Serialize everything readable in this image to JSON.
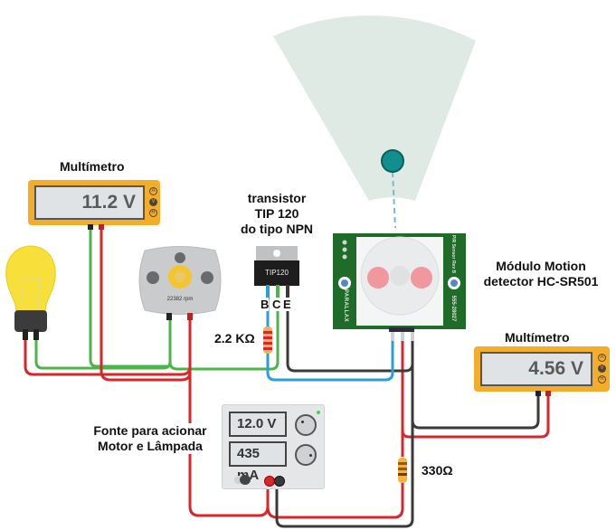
{
  "title": "Circuito sensor de movimento PIR com transistor TIP 120",
  "labels": {
    "multimeter_left": "Multímetro",
    "multimeter_right": "Multímetro",
    "transistor_line1": "transistor",
    "transistor_line2": "TIP 120",
    "transistor_line3": "do tipo NPN",
    "pir_line1": "Módulo Motion",
    "pir_line2": "detector HC-SR501",
    "resistor_base": "2.2 KΩ",
    "resistor_330": "330Ω",
    "psu_line1": "Fonte para acionar",
    "psu_line2": "Motor e Lâmpada"
  },
  "components": {
    "multimeter_left": {
      "reading": "11.2 V",
      "buttons": [
        "A",
        "V",
        "R"
      ]
    },
    "multimeter_right": {
      "reading": "4.56 V",
      "buttons": [
        "A",
        "V",
        "R"
      ]
    },
    "motor": {
      "speed_text": "22382 rpm"
    },
    "transistor": {
      "part": "TIP120",
      "pins": [
        "B",
        "C",
        "E"
      ]
    },
    "pir": {
      "left_text": "PARALLAX",
      "right_text_top": "PIR Sensor Rev B",
      "right_text_bottom": "555-28027"
    },
    "power_supply": {
      "voltage": "12.0 V",
      "current": "435 mA",
      "output_on": true
    }
  },
  "colors": {
    "wire_red": "#d9262b",
    "wire_green": "#4cb548",
    "wire_black": "#3a3a3a",
    "wire_blue": "#2a9fd6",
    "multimeter_body": "#f3ad2a",
    "pir_board": "#1f6b2a",
    "sensor_zone": "#dfeae4",
    "target_dot": "#138e8f",
    "bulb": "#f7e03a"
  }
}
